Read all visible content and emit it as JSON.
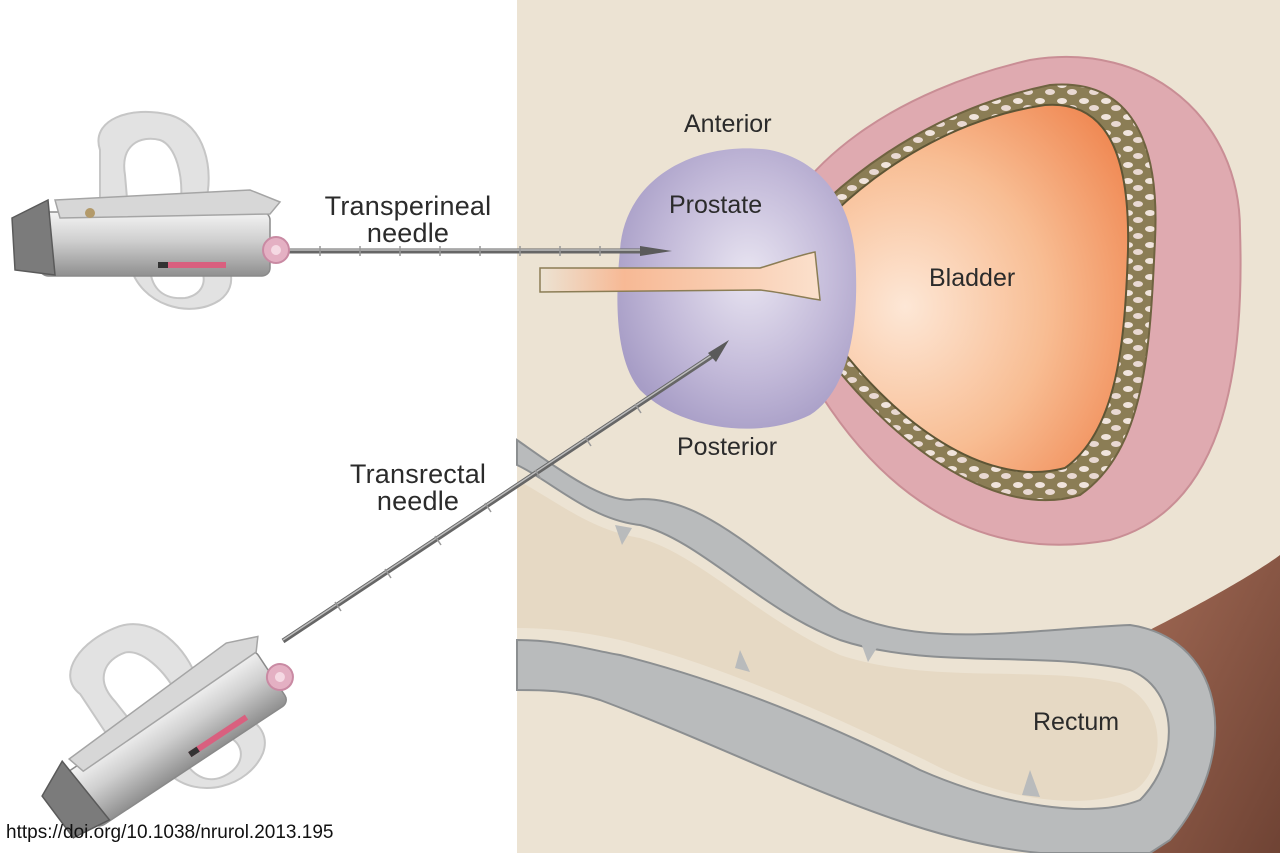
{
  "labels": {
    "transperineal_line1": "Transperineal",
    "transperineal_line2": "needle",
    "transrectal_line1": "Transrectal",
    "transrectal_line2": "needle",
    "anterior": "Anterior",
    "prostate": "Prostate",
    "bladder": "Bladder",
    "posterior": "Posterior",
    "rectum": "Rectum"
  },
  "doi": "https://doi.org/10.1038/nrurol.2013.195",
  "colors": {
    "body_tissue": "#ece3d3",
    "prostate": "#b5acd0",
    "bladder_wall": "#dfaab0",
    "bladder_lumen": "#f6a674",
    "urethra": "#f7c6a3",
    "rectal_wall": "#b9bbbc",
    "rectal_content": "#e6d9c4",
    "rectum_muscle": "#8d5a4a",
    "needle_accent": "#d9607f"
  }
}
